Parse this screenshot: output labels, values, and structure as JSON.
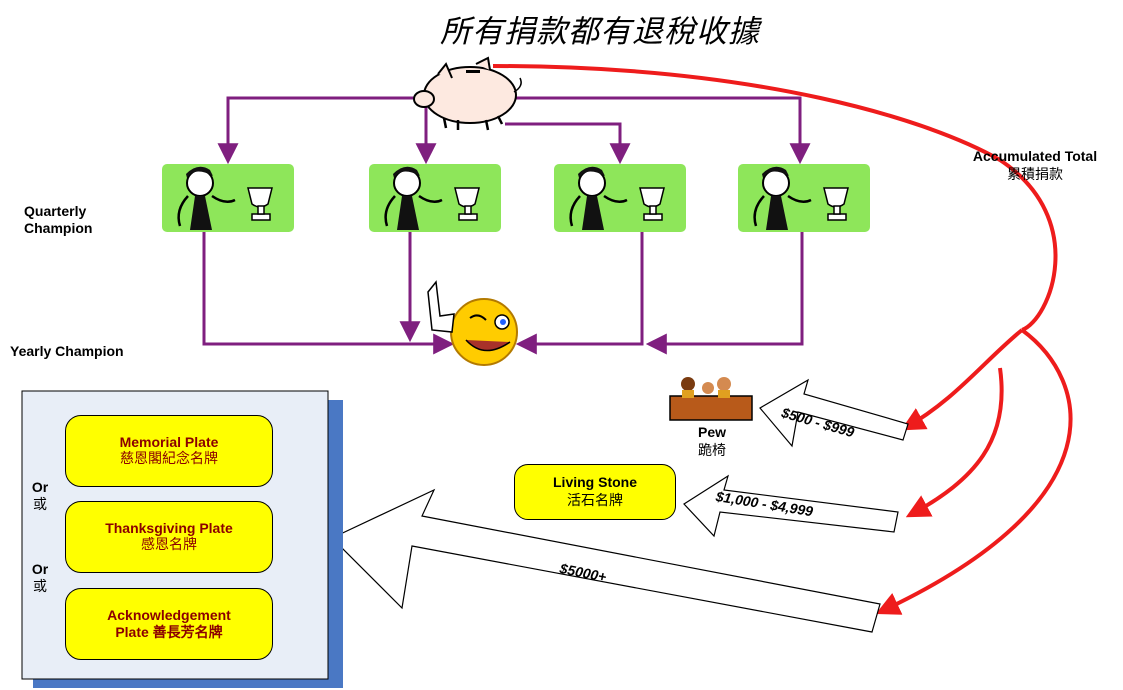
{
  "title": "所有捐款都有退稅收據",
  "accumulated": {
    "en": "Accumulated Total",
    "zh": "累積捐款"
  },
  "quarterly_label": [
    "Quarterly",
    "Champion"
  ],
  "yearly_label": "Yearly Champion",
  "plates": [
    {
      "en": "Memorial Plate",
      "zh": "慈恩閣紀念名牌"
    },
    {
      "en": "Thanksgiving Plate",
      "zh": "感恩名牌"
    },
    {
      "en": "Acknowledgement",
      "zh": "Plate 善長芳名牌"
    }
  ],
  "or_labels": [
    {
      "en": "Or",
      "zh": "或"
    },
    {
      "en": "Or",
      "zh": "或"
    }
  ],
  "pew": {
    "en": "Pew",
    "zh": "跪椅"
  },
  "living_stone": {
    "en": "Living Stone",
    "zh": "活石名牌"
  },
  "tiers": [
    "$500 - $999",
    "$1,000 - $4,999",
    "$5000+"
  ],
  "colors": {
    "purple": "#7f1f7f",
    "red": "#ee1c1c",
    "green": "#8ee65a",
    "yellow": "#ffff00",
    "plate_text": "#8b0000",
    "panel_shadow": "#4a78c4",
    "panel_bg": "#e8eef7"
  }
}
